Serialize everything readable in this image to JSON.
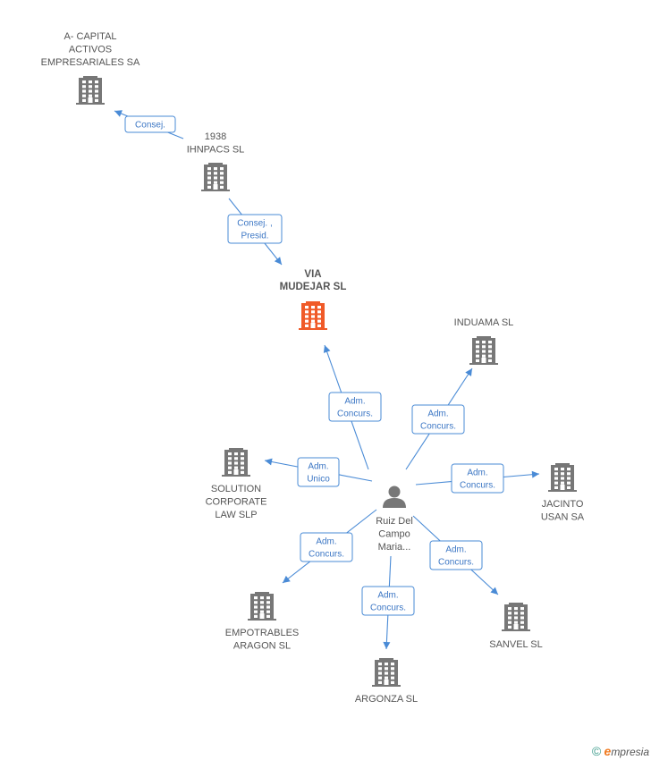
{
  "colors": {
    "building": "#777777",
    "building_main": "#f05a28",
    "edge": "#4a8bd6",
    "edge_text": "#3b76c4",
    "person": "#777777"
  },
  "nodes": [
    {
      "id": "acapital",
      "type": "company",
      "lines": [
        "A- CAPITAL",
        "ACTIVOS",
        "EMPRESARIALES SA"
      ]
    },
    {
      "id": "ihnpacs",
      "type": "company",
      "lines": [
        "1938",
        "IHNPACS  SL"
      ]
    },
    {
      "id": "via",
      "type": "company-main",
      "lines": [
        "VIA",
        "MUDEJAR SL"
      ]
    },
    {
      "id": "induama",
      "type": "company",
      "lines": [
        "INDUAMA SL"
      ]
    },
    {
      "id": "solution",
      "type": "company",
      "lines": [
        "SOLUTION",
        "CORPORATE",
        "LAW SLP"
      ]
    },
    {
      "id": "person",
      "type": "person",
      "lines": [
        "Ruiz Del",
        "Campo",
        "Maria..."
      ]
    },
    {
      "id": "jacinto",
      "type": "company",
      "lines": [
        "JACINTO",
        "USAN SA"
      ]
    },
    {
      "id": "empotrables",
      "type": "company",
      "lines": [
        "EMPOTRABLES",
        "ARAGON SL"
      ]
    },
    {
      "id": "sanvel",
      "type": "company",
      "lines": [
        "SANVEL SL"
      ]
    },
    {
      "id": "argonza",
      "type": "company",
      "lines": [
        "ARGONZA SL"
      ]
    }
  ],
  "edges": [
    {
      "from": "ihnpacs",
      "to": "acapital",
      "lines": [
        "Consej."
      ]
    },
    {
      "from": "ihnpacs",
      "to": "via",
      "lines": [
        "Consej. ,",
        "Presid."
      ]
    },
    {
      "from": "person",
      "to": "via",
      "lines": [
        "Adm.",
        "Concurs."
      ]
    },
    {
      "from": "person",
      "to": "induama",
      "lines": [
        "Adm.",
        "Concurs."
      ]
    },
    {
      "from": "person",
      "to": "solution",
      "lines": [
        "Adm.",
        "Unico"
      ]
    },
    {
      "from": "person",
      "to": "jacinto",
      "lines": [
        "Adm.",
        "Concurs."
      ]
    },
    {
      "from": "person",
      "to": "empotrables",
      "lines": [
        "Adm.",
        "Concurs."
      ]
    },
    {
      "from": "person",
      "to": "sanvel",
      "lines": [
        "Adm.",
        "Concurs."
      ]
    },
    {
      "from": "person",
      "to": "argonza",
      "lines": [
        "Adm.",
        "Concurs."
      ]
    }
  ],
  "footer": {
    "copyright_symbol": "©",
    "brand_initial": "e",
    "brand_rest": "mpresia"
  }
}
